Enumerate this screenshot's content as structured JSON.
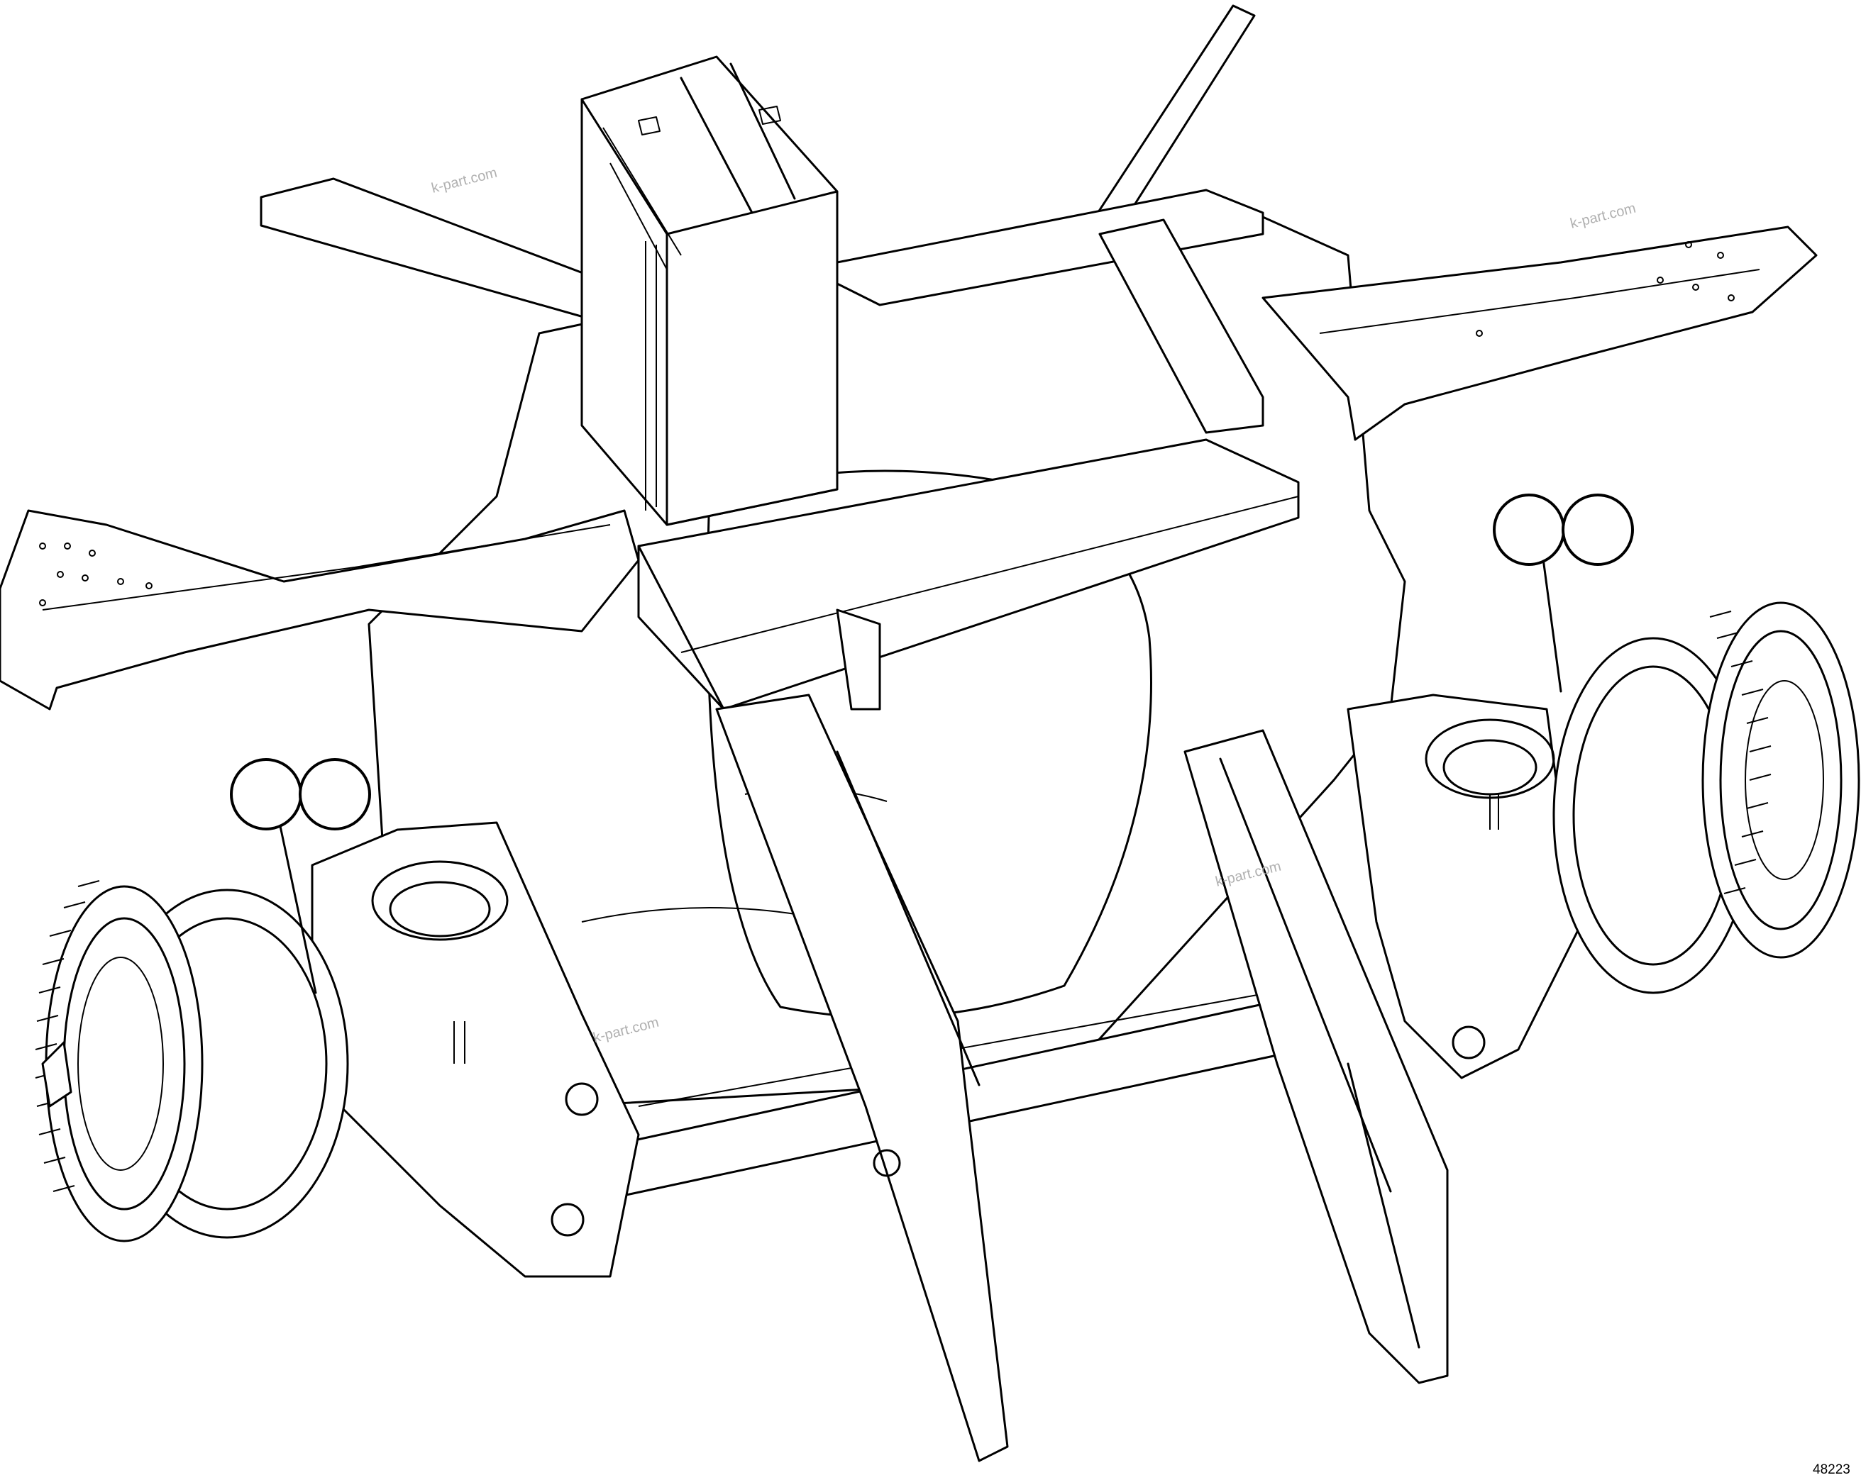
{
  "figure_number": "48223",
  "watermark": "k-part.com",
  "callouts": {
    "left": [
      "",
      ""
    ],
    "right": [
      "",
      ""
    ]
  },
  "icons": [
    "machine-frame-drawing",
    "left-axle-assembly-icon",
    "right-axle-assembly-icon",
    "battery-box-icon"
  ]
}
